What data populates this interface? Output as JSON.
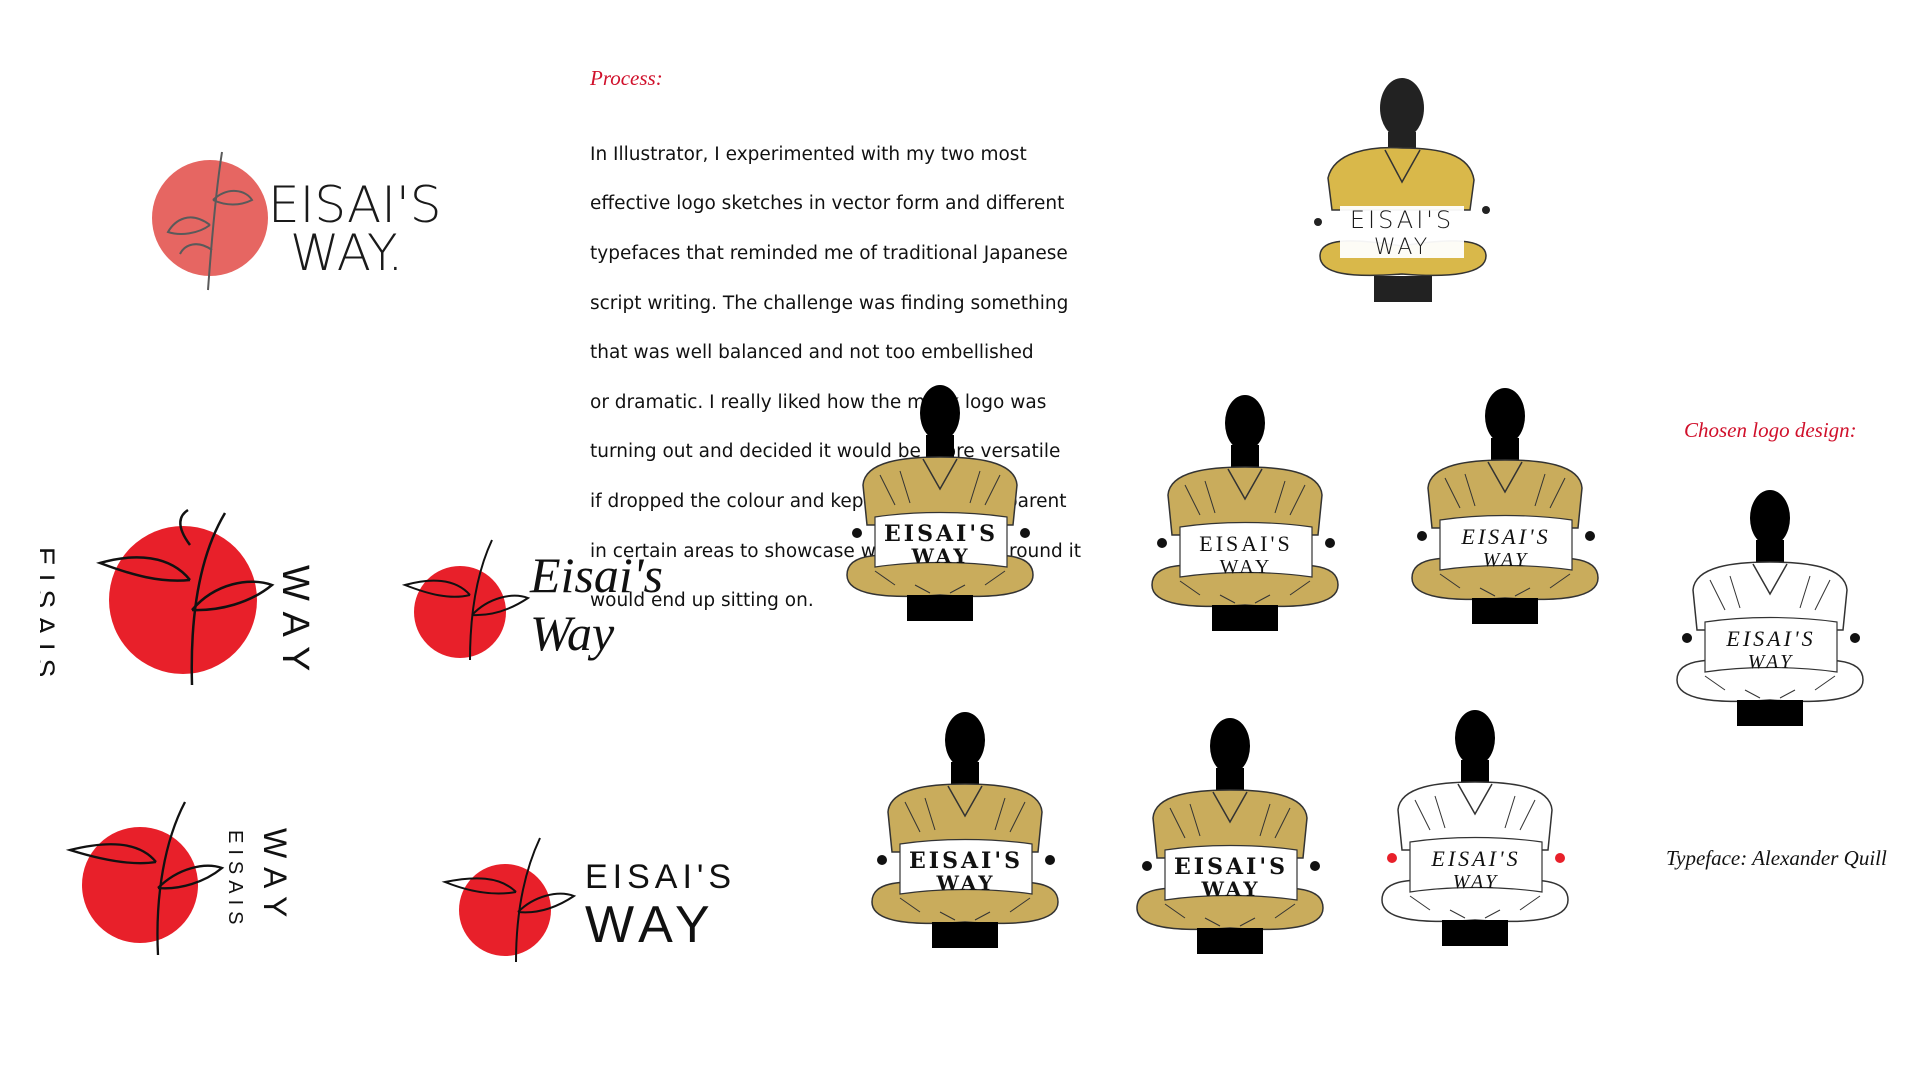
{
  "process": {
    "heading": "Process:",
    "lines": [
      "In Illustrator, I experimented with my two most",
      "effective logo sketches in vector form and different",
      "typefaces that reminded me of traditional Japanese",
      "script writing. The challenge was finding something",
      "that was well balanced and not too embellished",
      "or dramatic. I really liked how the monk logo was",
      "turning out and decided it would be more versatile",
      "if dropped the colour and kept the logo transparent",
      "in certain areas to showcase whatever background it",
      "would end up sitting on."
    ]
  },
  "chosen": {
    "heading": "Chosen logo design:",
    "typeface": "Typeface: Alexander Quill"
  },
  "sketch_logo": {
    "line1": "EISAI'S",
    "line2": "WAY."
  },
  "sketch_monk": {
    "line1": "EISAI'S",
    "line2": "WAY"
  },
  "sun_logos": [
    {
      "left": "EISAIS",
      "right": "WAY"
    },
    {
      "line1": "Eisai's",
      "line2": "Way"
    },
    {
      "left": "EISAIS",
      "right": "WAY"
    },
    {
      "line1": "EISAI'S",
      "line2": "WAY"
    }
  ],
  "monks": [
    {
      "line1": "EISAI'S",
      "line2": "WAY"
    },
    {
      "line1": "EISAI'S",
      "line2": "WAY"
    },
    {
      "line1": "EISAI'S",
      "line2": "WAY"
    },
    {
      "line1": "EISAI'S",
      "line2": "WAY"
    },
    {
      "line1": "EISAI'S",
      "line2": "WAY"
    },
    {
      "line1": "EISAI'S",
      "line2": "WAY"
    },
    {
      "line1": "EISAI'S",
      "line2": "WAY"
    }
  ],
  "colors": {
    "red": "#e8202a",
    "gold": "#c9ac5c",
    "heading_red": "#d0102b",
    "black": "#000000"
  }
}
